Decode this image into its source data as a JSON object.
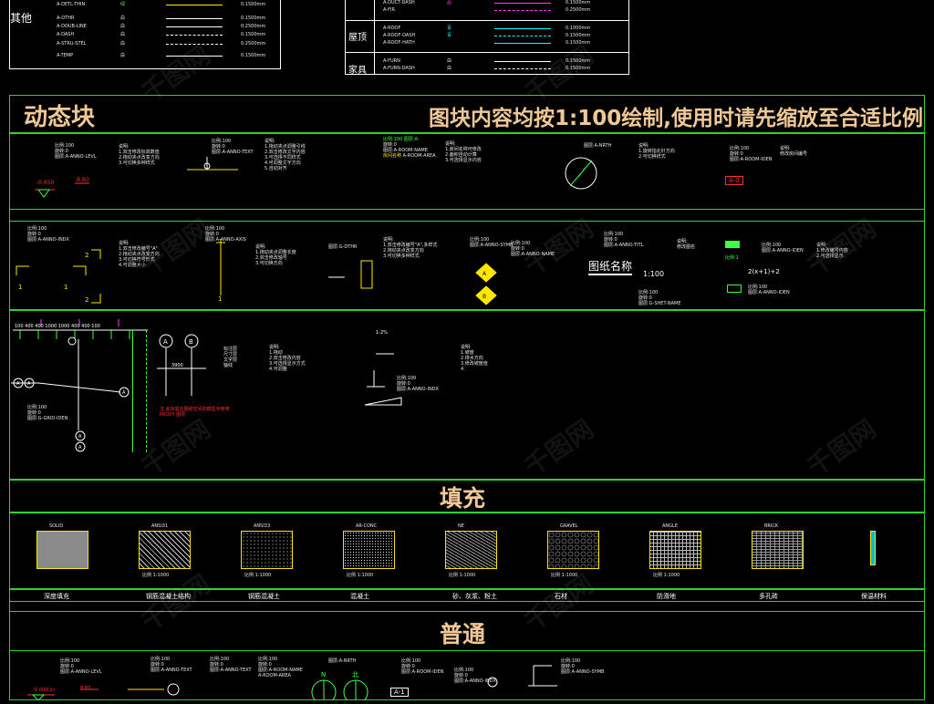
{
  "legend_left": {
    "title": "其他",
    "rows": [
      {
        "layer": "A-DETL-THIN",
        "color": "绿",
        "weight": "0.1500mm"
      },
      {
        "layer": "A-OTHR",
        "color": "白",
        "weight": "0.1500mm"
      },
      {
        "layer": "A-DOUB-LINE",
        "color": "白",
        "weight": "0.2500mm"
      },
      {
        "layer": "A-DASH",
        "color": "白",
        "weight": "0.1500mm"
      },
      {
        "layer": "A-STRU-STEL",
        "color": "白",
        "weight": "0.2500mm"
      },
      {
        "layer": "A-TEMP",
        "color": "白",
        "weight": "0.1500mm"
      }
    ]
  },
  "legend_right": {
    "groups": [
      {
        "title": "",
        "rows": [
          {
            "layer": "A-DUCT-DASH",
            "color": "品",
            "weight": "0.1500mm"
          },
          {
            "layer": "A-FIR",
            "color": "",
            "weight": "0.2500mm"
          }
        ]
      },
      {
        "title": "屋顶",
        "rows": [
          {
            "layer": "A-ROOF",
            "color": "青",
            "weight": "0.1000mm"
          },
          {
            "layer": "A-ROOF-DASH",
            "color": "青",
            "weight": "0.1500mm"
          },
          {
            "layer": "A-ROOF-HATH",
            "color": "",
            "weight": "0.1500mm"
          }
        ]
      },
      {
        "title": "家具",
        "rows": [
          {
            "layer": "A-FURN",
            "color": "白",
            "weight": "0.1500mm"
          },
          {
            "layer": "A-FURN-DASH",
            "color": "白",
            "weight": "0.1500mm"
          }
        ]
      }
    ]
  },
  "dynamic": {
    "title": "动态块",
    "note": "图块内容均按1:100绘制,使用时请先缩放至合适比例",
    "drawing_name": "图纸名称",
    "drawing_scale": "1:100",
    "tag_a0": "A-0",
    "numbers": [
      "2",
      "1",
      "1",
      "2"
    ],
    "axis_labels": [
      "A",
      "B",
      "A",
      "A",
      "A",
      "A"
    ],
    "elev_label": "B.B3",
    "formula": "2(x+1)+2"
  },
  "fill": {
    "title": "填充",
    "patterns": [
      {
        "code": "SOLID",
        "scale": "",
        "name": "深度填充"
      },
      {
        "code": "ANSI31",
        "scale": "比例 1:1000",
        "name": "钢筋混凝土结构"
      },
      {
        "code": "ANSI33",
        "scale": "比例 1:1000",
        "name": "钢筋混凝土"
      },
      {
        "code": "AR-CONC",
        "scale": "比例 1:1000",
        "name": "混凝土"
      },
      {
        "code": "NE",
        "scale": "比例 1:1000",
        "name": "砂、灰浆、粉土"
      },
      {
        "code": "GRAVEL",
        "scale": "比例 1:1000",
        "name": "石材"
      },
      {
        "code": "ANGLE",
        "scale": "比例 1:1000",
        "name": "防滑地"
      },
      {
        "code": "BRICK",
        "scale": "",
        "name": "多孔砖"
      },
      {
        "code": "",
        "scale": "",
        "name": "保温材料"
      }
    ]
  },
  "normal": {
    "title": "普通",
    "tag_a1": "A-1",
    "elev_label": "B.B5",
    "elev_value": "-0.000(±)",
    "north": "N",
    "north_cn": "北"
  },
  "watermark": "千图网"
}
